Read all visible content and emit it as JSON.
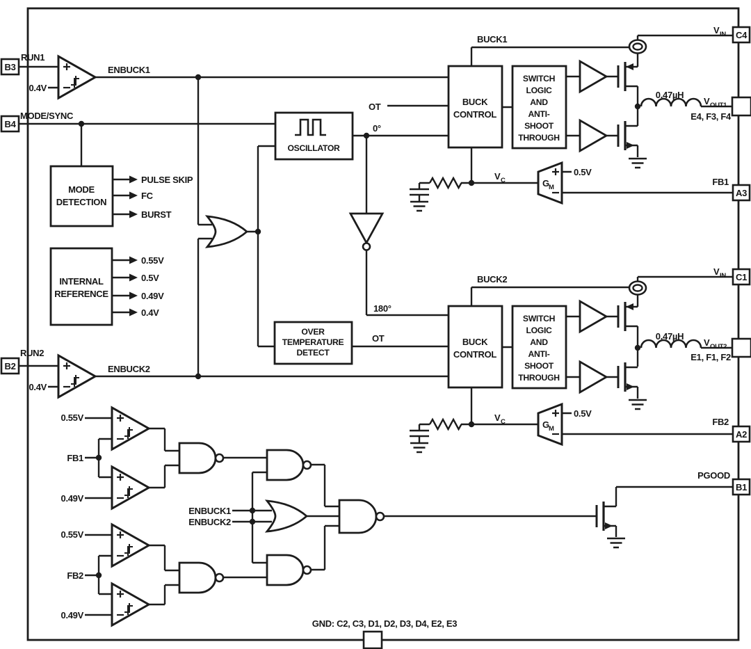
{
  "pins": {
    "b3": "B3",
    "b4": "B4",
    "b2": "B2",
    "b1": "B1",
    "c4": "C4",
    "c1": "C1",
    "a3": "A3",
    "a2": "A2"
  },
  "labels": {
    "run1": "RUN1",
    "run2": "RUN2",
    "mode_sync": "MODE/SYNC",
    "enbuck1": "ENBUCK1",
    "enbuck2": "ENBUCK2",
    "buck1": "BUCK1",
    "buck2": "BUCK2",
    "ot": "OT",
    "phase0": "0°",
    "phase180": "180°",
    "fb1": "FB1",
    "fb2": "FB2",
    "pgood": "PGOOD",
    "v04": "0.4V",
    "v05": "0.5V",
    "v049": "0.49V",
    "v055": "0.55V",
    "inductance": "0.47µH"
  },
  "blocks": {
    "mode_detection": [
      "MODE",
      "DETECTION"
    ],
    "internal_reference": [
      "INTERNAL",
      "REFERENCE"
    ],
    "oscillator": "OSCILLATOR",
    "over_temp": [
      "OVER",
      "TEMPERATURE",
      "DETECT"
    ],
    "buck_control": [
      "BUCK",
      "CONTROL"
    ],
    "switch_logic": [
      "SWITCH",
      "LOGIC",
      "AND",
      "ANTI-",
      "SHOOT",
      "THROUGH"
    ]
  },
  "mode_outputs": [
    "PULSE SKIP",
    "FC",
    "BURST"
  ],
  "ref_outputs": [
    "0.55V",
    "0.5V",
    "0.49V",
    "0.4V"
  ],
  "nets": {
    "vin": {
      "main": "V",
      "sub": "IN"
    },
    "vout1": {
      "main": "V",
      "sub": "OUT1"
    },
    "vout2": {
      "main": "V",
      "sub": "OUT2"
    },
    "vc": {
      "main": "V",
      "sub": "C"
    },
    "gm": {
      "main": "G",
      "sub": "M"
    }
  },
  "pads": {
    "vout1": "E4, F3, F4",
    "vout2": "E1, F1, F2",
    "gnd": "GND: C2, C3, D1, D2, D3, D4, E2, E3"
  },
  "colors": {
    "line": "#1c1c1c",
    "background": "#ffffff"
  }
}
